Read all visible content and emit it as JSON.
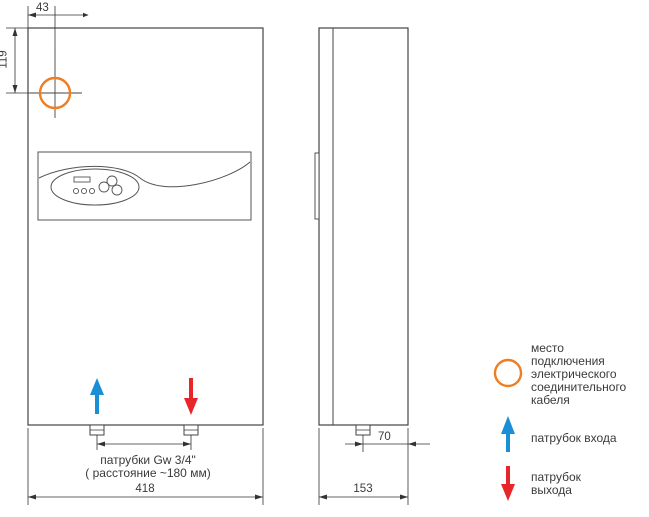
{
  "dimensions": {
    "offset_x": "43",
    "offset_y": "119",
    "width_front": "418",
    "depth_side": "153",
    "pipe_offset": "70"
  },
  "connections": {
    "line1": "патрубки Gw 3/4\"",
    "line2": "( расстояние  ~180 мм)"
  },
  "legend": {
    "electrical": {
      "lines": [
        "место",
        "подключения",
        "электрического",
        "соединительного",
        "кабеля"
      ],
      "symbol_color": "#ef7d22"
    },
    "inlet": {
      "label": "патрубок входа",
      "color": "#1b8fd6"
    },
    "outlet": {
      "lines": [
        "патрубок",
        "выхода"
      ],
      "color": "#e8262a"
    }
  }
}
